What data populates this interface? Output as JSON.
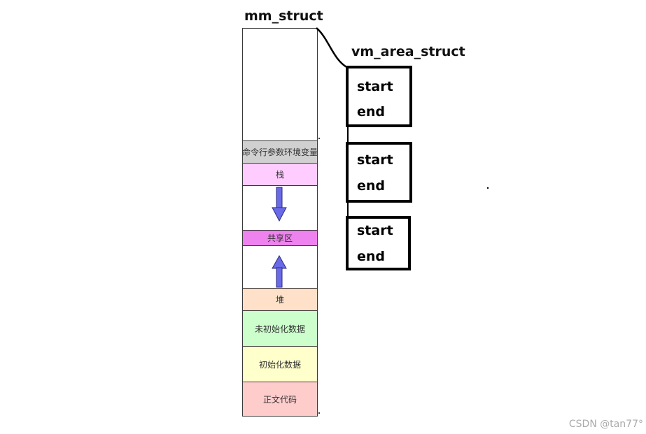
{
  "diagram": {
    "mm_struct_label": "mm_struct",
    "vm_area_struct_label": "vm_area_struct",
    "segments": {
      "env": "命令行参数环境变量",
      "stack": "栈",
      "shared": "共享区",
      "heap": "堆",
      "bss": "未初始化数据",
      "data": "初始化数据",
      "text": "正文代码"
    },
    "vma_list": [
      {
        "start": "start",
        "end": "end"
      },
      {
        "start": "start",
        "end": "end"
      },
      {
        "start": "start",
        "end": "end"
      }
    ],
    "colors": {
      "env": "#d0d0d0",
      "stack": "#ffccff",
      "shared": "#ee82ee",
      "heap": "#ffe0c8",
      "bss": "#ccffcc",
      "data": "#ffffcc",
      "text": "#ffcccc",
      "arrow": "#6a6ae8"
    }
  },
  "watermark": "CSDN @tan77°"
}
